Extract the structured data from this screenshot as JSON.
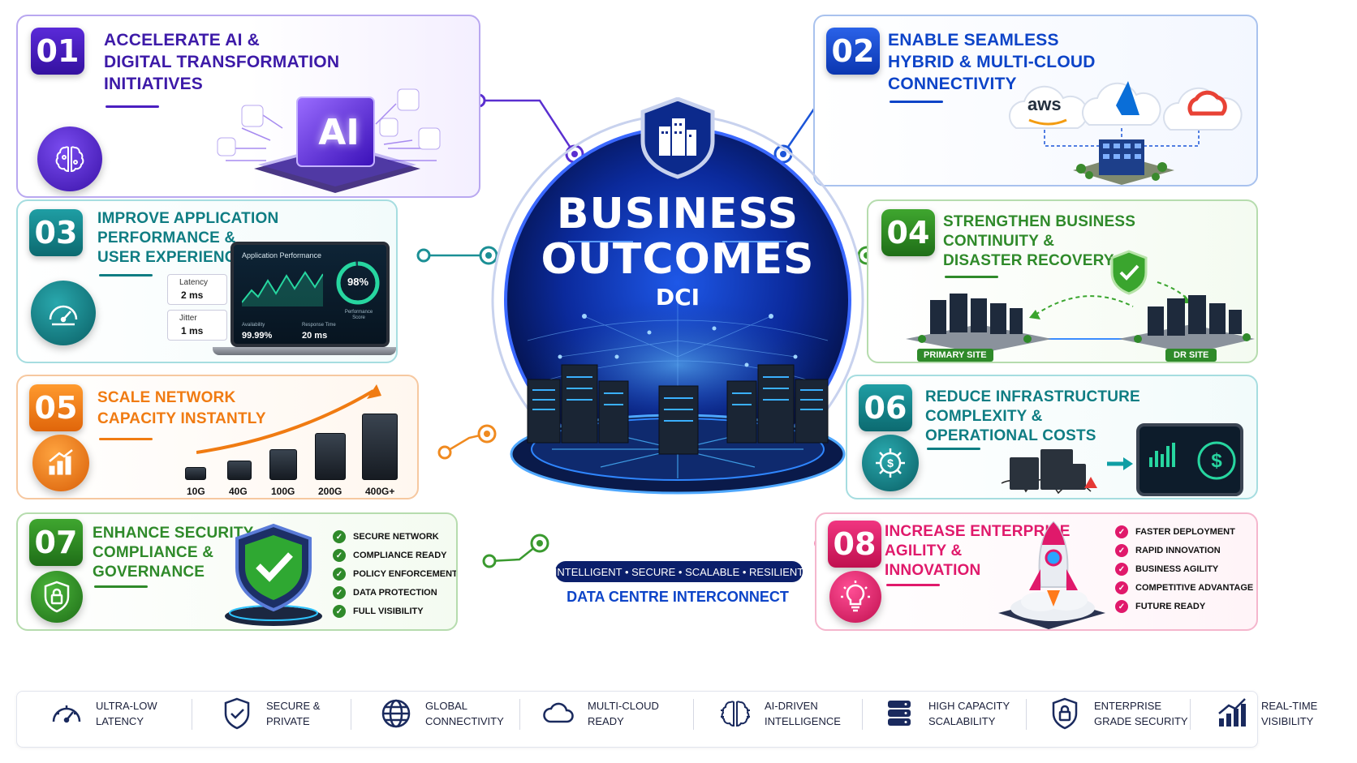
{
  "colors": {
    "purple": "#4b1fc0",
    "blue": "#0d44c8",
    "teal": "#0f7d83",
    "green": "#2f8a2a",
    "orange": "#f07b12",
    "pink": "#e0196b",
    "navy": "#0b1f6b"
  },
  "center": {
    "title_line1": "BUSINESS",
    "title_line2": "OUTCOMES",
    "subtitle": "DCI",
    "pills": "INTELLIGENT • SECURE • SCALABLE • RESILIENT",
    "footer": "DATA CENTRE INTERCONNECT"
  },
  "c1": {
    "num": "01",
    "title": "ACCELERATE AI &\nDIGITAL TRANSFORMATION\nINITIATIVES",
    "chip": "AI",
    "icon": "brain-icon"
  },
  "c2": {
    "num": "02",
    "title": "ENABLE SEAMLESS\nHYBRID & MULTI-CLOUD\nCONNECTIVITY",
    "cloud1": "aws",
    "icon": "cloud-icon"
  },
  "c3": {
    "num": "03",
    "title": "IMPROVE APPLICATION\nPERFORMANCE &\nUSER EXPERIENCE",
    "icon": "speedometer-icon",
    "latency_label": "Latency",
    "latency_value": "2 ms",
    "jitter_label": "Jitter",
    "jitter_value": "1 ms",
    "screen_title": "Application Performance",
    "score": "98%",
    "score_label": "Performance\nScore",
    "availability_label": "Availability",
    "availability_value": "99.99%",
    "response_label": "Response Time",
    "response_value": "20 ms"
  },
  "c4": {
    "num": "04",
    "title": "STRENGTHEN BUSINESS\nCONTINUITY &\nDISASTER RECOVERY",
    "primary": "PRIMARY SITE",
    "dr": "DR SITE"
  },
  "c5": {
    "num": "05",
    "title": "SCALE NETWORK\nCAPACITY INSTANTLY",
    "icon": "growth-chart-icon",
    "steps": [
      "10G",
      "40G",
      "100G",
      "200G",
      "400G+"
    ]
  },
  "c6": {
    "num": "06",
    "title": "REDUCE INFRASTRUCTURE\nCOMPLEXITY &\nOPERATIONAL COSTS",
    "icon": "dollar-gear-icon"
  },
  "c7": {
    "num": "07",
    "title": "ENHANCE SECURITY,\nCOMPLIANCE &\nGOVERNANCE",
    "icon": "lock-shield-icon",
    "items": [
      "SECURE NETWORK",
      "COMPLIANCE READY",
      "POLICY ENFORCEMENT",
      "DATA PROTECTION",
      "FULL VISIBILITY"
    ]
  },
  "c8": {
    "num": "08",
    "title": "INCREASE ENTERPRISE\nAGILITY &\nINNOVATION",
    "icon": "lightbulb-icon",
    "items": [
      "FASTER DEPLOYMENT",
      "RAPID INNOVATION",
      "BUSINESS AGILITY",
      "COMPETITIVE ADVANTAGE",
      "FUTURE READY"
    ]
  },
  "features": [
    {
      "label": "ULTRA-LOW\nLATENCY",
      "icon": "gauge-icon"
    },
    {
      "label": "SECURE &\nPRIVATE",
      "icon": "shield-check-icon"
    },
    {
      "label": "GLOBAL\nCONNECTIVITY",
      "icon": "globe-icon"
    },
    {
      "label": "MULTI-CLOUD\nREADY",
      "icon": "cloud-icon"
    },
    {
      "label": "AI-DRIVEN\nINTELLIGENCE",
      "icon": "brain-icon"
    },
    {
      "label": "HIGH CAPACITY\nSCALABILITY",
      "icon": "database-icon"
    },
    {
      "label": "ENTERPRISE\nGRADE SECURITY",
      "icon": "shield-lock-icon"
    },
    {
      "label": "REAL-TIME\nVISIBILITY",
      "icon": "bar-chart-icon"
    }
  ]
}
